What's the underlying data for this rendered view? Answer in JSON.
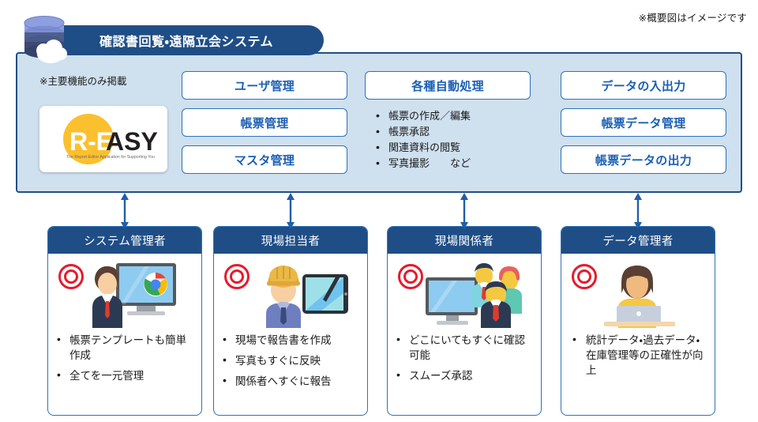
{
  "notes": {
    "top_right": "※概要図はイメージです",
    "platform_sub": "※主要機能のみ掲載"
  },
  "header": {
    "title": "確認書回覧・遠隔立会システム",
    "db_icon": "database-cloud-icon"
  },
  "logo": {
    "name": "R-EASY",
    "mark_letters": "R-E",
    "rest_letters": "ASY",
    "tagline": "The Report-Editor Application for Supporting You",
    "circle_color": "#fbc02d"
  },
  "platform": {
    "columns": [
      {
        "name": "column-user",
        "buttons": [
          {
            "label": "ユーザ管理"
          },
          {
            "label": "帳票管理"
          },
          {
            "label": "マスタ管理"
          }
        ],
        "sublist": []
      },
      {
        "name": "column-auto",
        "buttons": [
          {
            "label": "各種自動処理"
          }
        ],
        "sublist": [
          {
            "text": "帳票の作成／編集",
            "tail": ""
          },
          {
            "text": "帳票承認",
            "tail": ""
          },
          {
            "text": "関連資料の閲覧",
            "tail": ""
          },
          {
            "text": "写真撮影",
            "tail": "など"
          }
        ]
      },
      {
        "name": "column-data",
        "buttons": [
          {
            "label": "データの入出力"
          },
          {
            "label": "帳票データ管理"
          },
          {
            "label": "帳票データの出力"
          }
        ],
        "sublist": []
      }
    ]
  },
  "roles": [
    {
      "title": "システム管理者",
      "icon": "admin-monitor-browser-icon",
      "badge": "double-circle-badge",
      "points": [
        "帳票テンプレートも簡単作成",
        "全てを一元管理"
      ]
    },
    {
      "title": "現場担当者",
      "icon": "field-worker-tablet-icon",
      "badge": "double-circle-badge",
      "points": [
        "現場で報告書を作成",
        "写真もすぐに反映",
        "関係者へすぐに報告"
      ]
    },
    {
      "title": "現場関係者",
      "icon": "stakeholders-monitor-icon",
      "badge": "double-circle-badge",
      "points": [
        "どこにいてもすぐに確認可能",
        "スムーズ承認"
      ]
    },
    {
      "title": "データ管理者",
      "icon": "data-manager-laptop-icon",
      "badge": "double-circle-badge",
      "points": [
        "統計データ・過去データ・在庫管理等の正確性が向上"
      ]
    }
  ],
  "colors": {
    "brand_navy": "#1f4e86",
    "panel_blue": "#cfe0ef",
    "button_border": "#2f72b8",
    "button_text": "#1a5fb4",
    "badge_red": "#e8192c",
    "logo_yellow": "#fbc02d"
  }
}
